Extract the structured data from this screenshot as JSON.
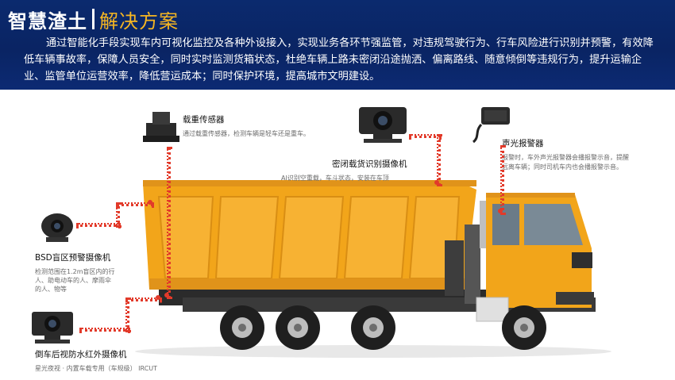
{
  "header": {
    "title_main": "智慧渣土",
    "title_sub": "解决方案",
    "description": "通过智能化手段实现车内可视化监控及各种外设接入，实现业务各环节强监管，对违规驾驶行为、行车风险进行识别并预警，有效降低车辆事故率，保障人员安全，同时实时监测货箱状态，杜绝车辆上路未密闭沿途抛洒、偏离路线、随意倾倒等违规行为，提升运输企业、监管单位运营效率，降低营运成本；同时保护环境，提高城市文明建设。"
  },
  "devices": {
    "load_sensor": {
      "name": "载重传感器",
      "desc": "通过载重传感器，检测车辆是轻车还是重车。"
    },
    "cargo_camera": {
      "name": "密闭载货识别摄像机",
      "desc": "AI识别空重载，车斗状态，安装在车顶"
    },
    "alarm": {
      "name": "声光报警器",
      "desc_line1": "报警时，车外声光报警器会播报警示音，提醒",
      "desc_line2": "远离车辆；同时司机车内也会播报警示音。"
    },
    "bsd_camera": {
      "name": "BSD盲区预警摄像机",
      "desc_line1": "检测范围在1.2m盲区内的行",
      "desc_line2": "人、助电动车的人、摩雨伞",
      "desc_line3": "的人、物等"
    },
    "rear_camera": {
      "name": "倒车后视防水红外摄像机",
      "desc": "星光夜视 · 内置车载专用（车规级） IRCUT"
    }
  },
  "colors": {
    "header_bg": "#0a2463",
    "accent": "#f6b622",
    "truck_body": "#f2a51a",
    "leader": "#e23a2a"
  }
}
